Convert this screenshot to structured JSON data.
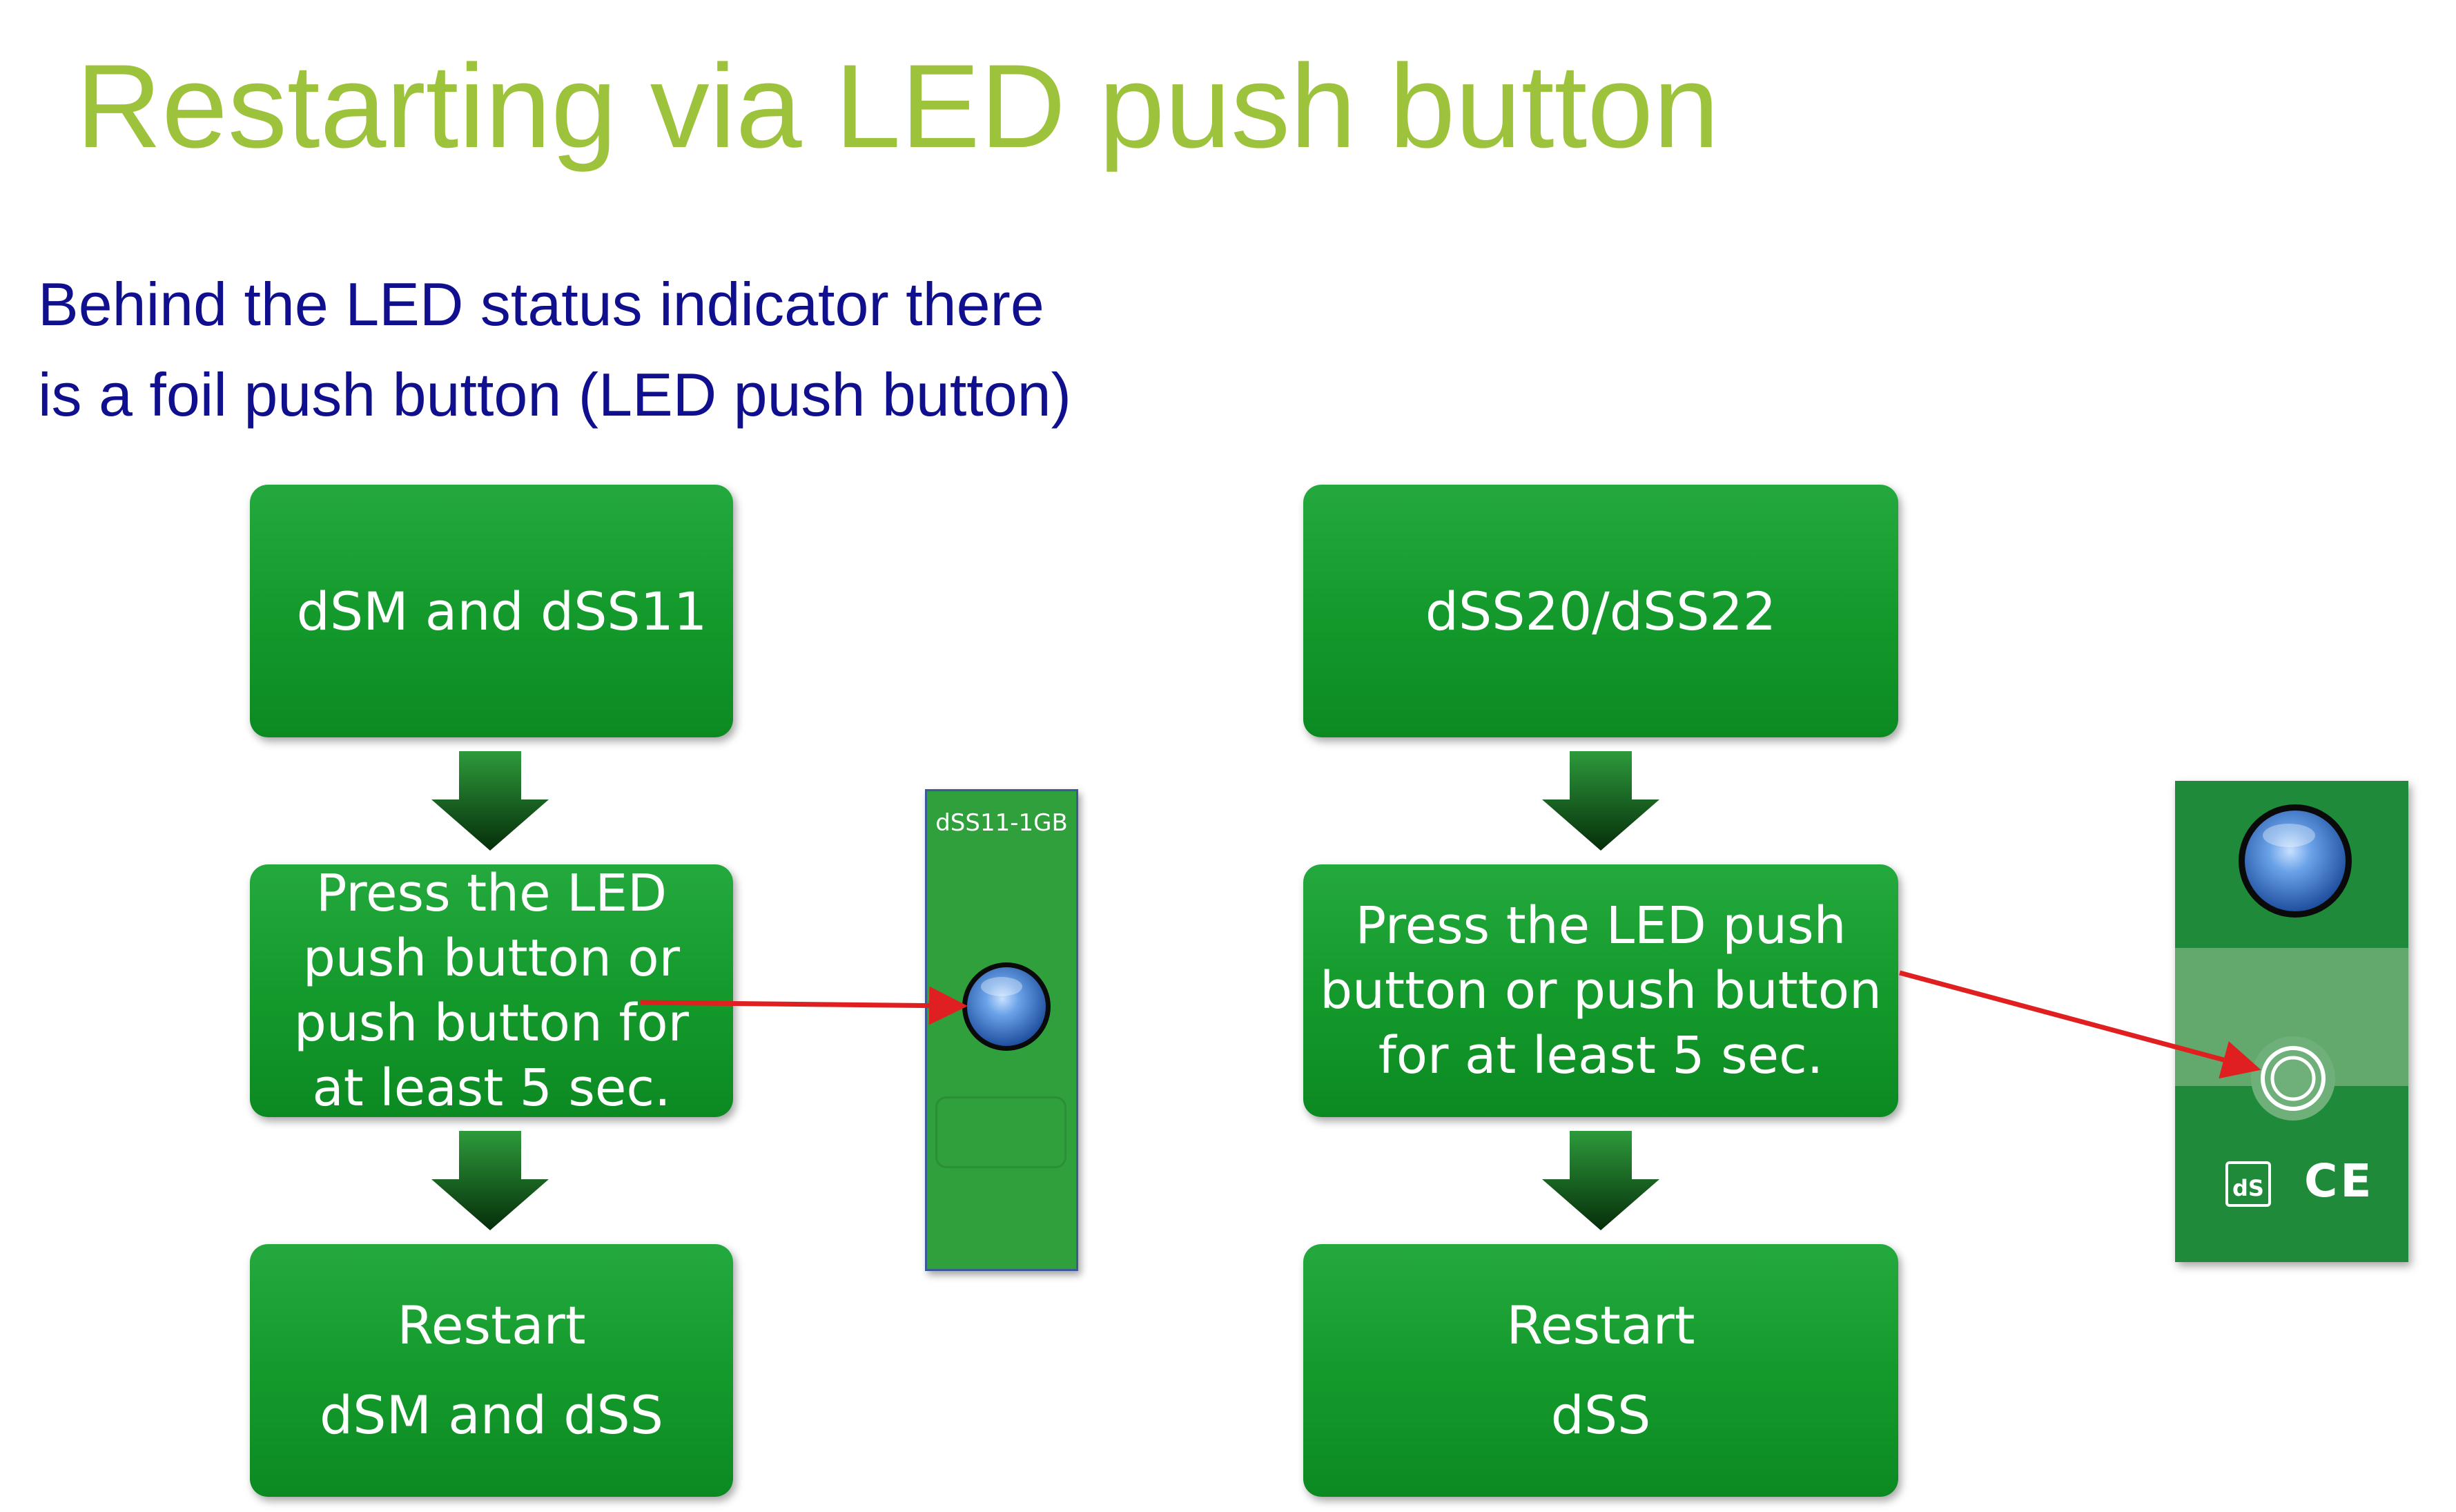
{
  "slide": {
    "title": "Restarting via LED push button",
    "subtitle_lines": [
      "Behind the LED status indicator there",
      "is a foil push button (LED push button)"
    ]
  },
  "left_flow": {
    "header": "dSM and dSS11",
    "step_lines": [
      "Press the LED",
      "push button or",
      "push button for",
      "at least 5 sec."
    ],
    "result_lines": [
      "Restart",
      "dSM and dSS"
    ]
  },
  "right_flow": {
    "header": "dSS20/dSS22",
    "step_lines": [
      "Press the LED push",
      "button or push button",
      "for at least 5 sec."
    ],
    "result_lines": [
      "Restart",
      "dSS"
    ]
  },
  "devices": {
    "dss11_label": "dSS11-1GB",
    "dss_logo_text": "dS",
    "ce_mark": "CE"
  },
  "colors": {
    "title": "#9dc23b",
    "subtitle": "#10108f",
    "box_green": "#149a2c",
    "flow_arrow": "#0b5e16",
    "pointer_arrow": "#e02020",
    "led_blue": "#4a86d8"
  }
}
